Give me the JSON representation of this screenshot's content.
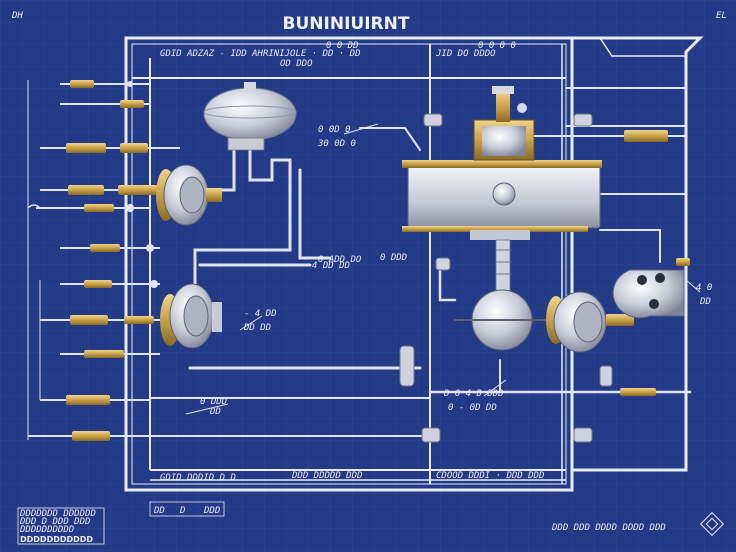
{
  "title": "BUNINIUIRNT",
  "corner_label_left": "DH",
  "corner_label_right": "EL",
  "header_labels": {
    "top_center": "0 0 DD",
    "top_right": "0 0 0 0",
    "row1": "GDID ADZAZ - IDD AHRINIJOLE · DD · DD",
    "row1_right": "JID DO DDDO",
    "row2": "OD DDO"
  },
  "callouts": {
    "upper_left": [
      "0 0D 0",
      "30 0D 0"
    ],
    "mid_right": [
      "4 DD DD",
      "0 DDD"
    ],
    "right_1": [
      "4 0",
      "DD"
    ],
    "lower_left": [
      "- 4 DD",
      "DD DD"
    ],
    "lower_center": [
      "0 DDD",
      "DD"
    ],
    "bottom_1": [
      "D 0 4 D DDD",
      "0 - 0D DD"
    ],
    "bottom_2": [
      "0 ADD DO"
    ]
  },
  "bottom_strip": {
    "left_text": "GDID DDDID D D",
    "mid_text": "DDD DDDDD DDD",
    "right_text": "CDOOD DDDI · DDD DDD"
  },
  "title_block": [
    "DDDDDDD DDDDDD",
    "DDD D DDD DDD",
    "DDDDDDDDDD",
    "DDDDDDDDDDD"
  ],
  "bottom_small": {
    "field_1": "DD",
    "field_2": "D",
    "field_3": "DDD"
  },
  "footer_right": "DDD DDD DDDD DDDD DDD",
  "colors": {
    "background": "#233a86",
    "line": "#dfe4f1",
    "brass": "#c9a14a",
    "silver": "#c4c9d6"
  },
  "icons": [
    "compass-rose-icon"
  ]
}
